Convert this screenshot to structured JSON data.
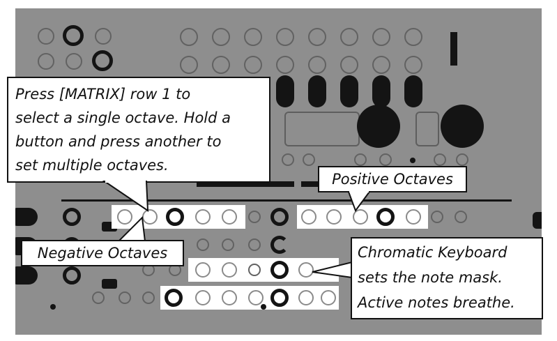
{
  "callouts": {
    "octave_instructions": {
      "lines": [
        "Press [MATRIX] row 1 to",
        "select a single octave. Hold a",
        "button and press another to",
        "set multiple octaves."
      ]
    },
    "positive_octaves": {
      "text": "Positive Octaves"
    },
    "negative_octaves": {
      "text": "Negative Octaves"
    },
    "chromatic_keyboard": {
      "lines": [
        "Chromatic Keyboard",
        "sets the note mask.",
        "Active notes breathe."
      ]
    }
  },
  "colors": {
    "panel": "#8e8e8e",
    "dark": "#141414",
    "outline": "#626262",
    "highlight": "#ffffff"
  }
}
